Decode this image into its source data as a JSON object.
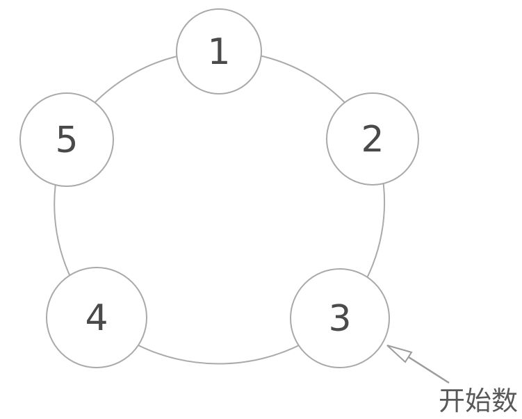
{
  "diagram": {
    "nodes": [
      {
        "label": "1"
      },
      {
        "label": "2"
      },
      {
        "label": "3"
      },
      {
        "label": "4"
      },
      {
        "label": "5"
      }
    ],
    "annotation": {
      "text": "开始数",
      "points_to_node": "3"
    }
  },
  "colors": {
    "background": "#ffffff",
    "ring_stroke": "#aaaaaa",
    "node_fill": "#ffffff",
    "node_stroke": "#a9a9a9",
    "node_label": "#4a4a4a",
    "arrow": "#9c9c9c",
    "annotation_text": "#595959"
  }
}
